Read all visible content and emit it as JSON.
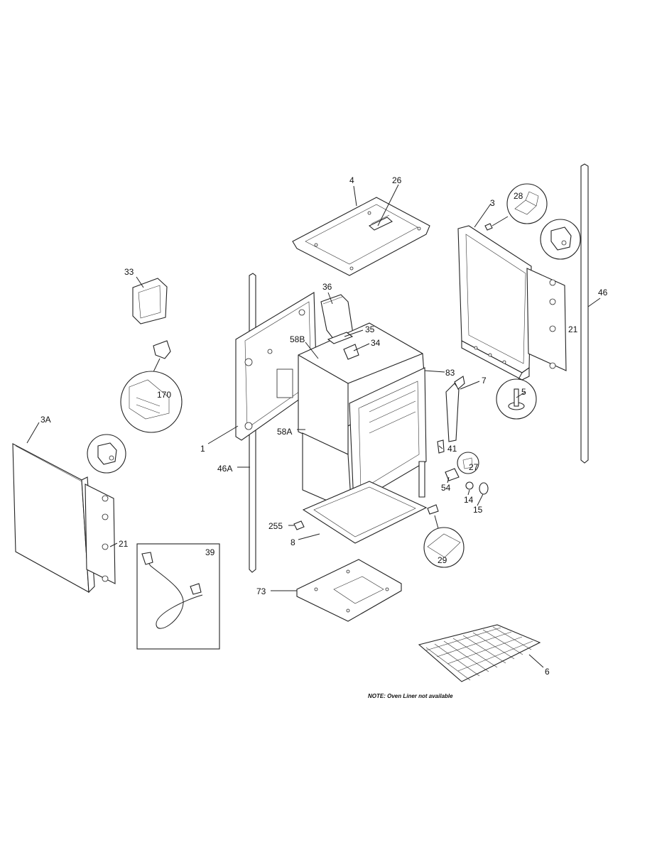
{
  "labels": {
    "l4": "4",
    "l26": "26",
    "l3": "3",
    "l28": "28",
    "l46": "46",
    "l33": "33",
    "l36": "36",
    "l35": "35",
    "l34": "34",
    "l58B": "58B",
    "l21a": "21",
    "l170": "170",
    "l83": "83",
    "l7": "7",
    "l5": "5",
    "l3A": "3A",
    "l1": "1",
    "l58A": "58A",
    "l41": "41",
    "l27": "27",
    "l46A": "46A",
    "l54": "54",
    "l14": "14",
    "l15": "15",
    "l255": "255",
    "l21b": "21",
    "l8": "8",
    "l39": "39",
    "l29": "29",
    "l73": "73",
    "l6": "6"
  },
  "note": "NOTE: Oven Liner not available"
}
